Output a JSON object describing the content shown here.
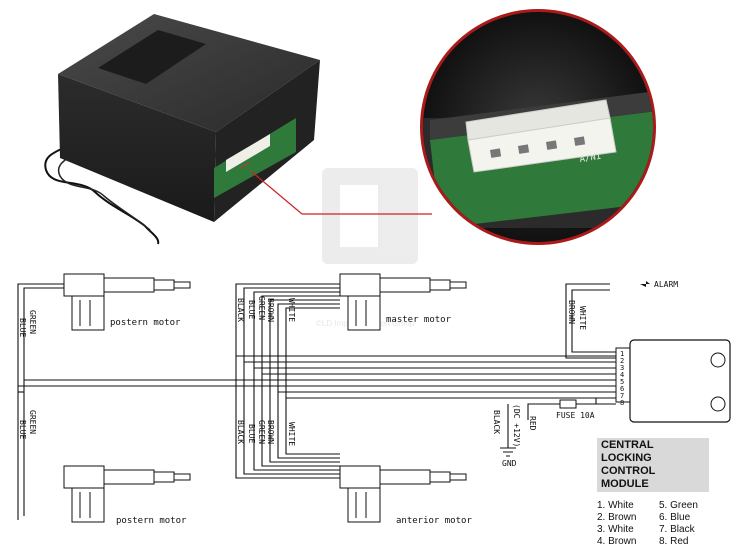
{
  "watermark": "©LD Import & Export Group",
  "motors": {
    "top_left": "postern motor",
    "top_right": "master motor",
    "bottom_left": "postern motor",
    "bottom_right": "anterior motor"
  },
  "wires": {
    "green": "GREEN",
    "blue": "BLUE",
    "black": "BLACK",
    "brown": "BROWN",
    "white": "WHITE",
    "red": "RED"
  },
  "alarm": "ALARM",
  "power": "(DC +12V)",
  "ground": "GND",
  "fuse": "FUSE 10A",
  "pins": [
    "1",
    "2",
    "3",
    "4",
    "5",
    "6",
    "7",
    "8"
  ],
  "module": {
    "title_line1": "CENTRAL LOCKING",
    "title_line2": "CONTROL MODULE",
    "pinout": [
      "1. White",
      "5. Green",
      "2. Brown",
      "6. Blue",
      "3. White",
      "7. Black",
      "4. Brown",
      "8. Red"
    ]
  },
  "connector_text": "A/N1",
  "colors": {
    "zoom_ring": "#cc2222",
    "module_body": "#2a2a2a",
    "pcb": "#2f7a3a",
    "connector": "#f2f2ee"
  }
}
